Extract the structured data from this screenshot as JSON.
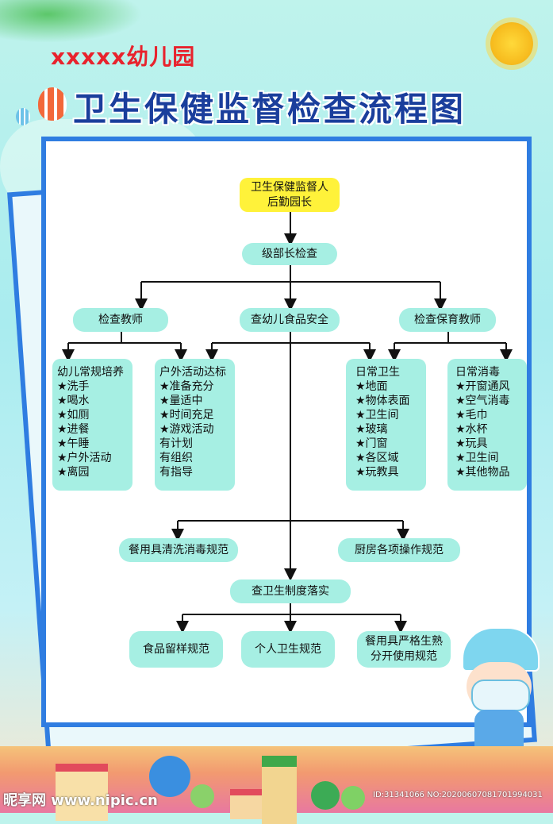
{
  "header": {
    "kindergarten": "xxxxx幼儿园",
    "title": "卫生保健监督检查流程图"
  },
  "flow": {
    "top": [
      "卫生保健监督人",
      "后勤园长"
    ],
    "level1": "级部长检查",
    "branch_left": "检查教师",
    "branch_mid": "查幼儿食品安全",
    "branch_right": "检查保育教师",
    "list_routine": {
      "title": "幼儿常规培养",
      "items": [
        "★洗手",
        "★喝水",
        "★如厕",
        "★进餐",
        "★午睡",
        "★户外活动",
        "★离园"
      ]
    },
    "list_outdoor": {
      "title": "户外活动达标",
      "items": [
        "★准备充分",
        "★量适中",
        "★时间充足",
        "★游戏活动",
        "有计划",
        "有组织",
        "有指导"
      ]
    },
    "list_hygiene": {
      "title": "日常卫生",
      "items": [
        "★地面",
        "★物体表面",
        "★卫生间",
        "★玻璃",
        "★门窗",
        "★各区域",
        "★玩教具"
      ]
    },
    "list_disinfect": {
      "title": "日常消毒",
      "items": [
        "★开窗通风",
        "★空气消毒",
        "★毛巾",
        "★水杯",
        "★玩具",
        "★卫生间",
        "★其他物品"
      ]
    },
    "food_left": "餐用具清洗消毒规范",
    "food_right": "厨房各项操作规范",
    "system": "查卫生制度落实",
    "bottom": [
      "食品留样规范",
      "个人卫生规范",
      "餐用具严格生熟分开使用规范"
    ]
  },
  "watermark": {
    "left": "昵享网 www.nipic.cn",
    "right": "ID:31341066 NO:20200607081701994031"
  },
  "colors": {
    "title_blue": "#1a3e9c",
    "name_red": "#e8232d",
    "frame_blue": "#2f7de1",
    "node_fill": "#a6efe3",
    "top_fill": "#fff23a"
  }
}
